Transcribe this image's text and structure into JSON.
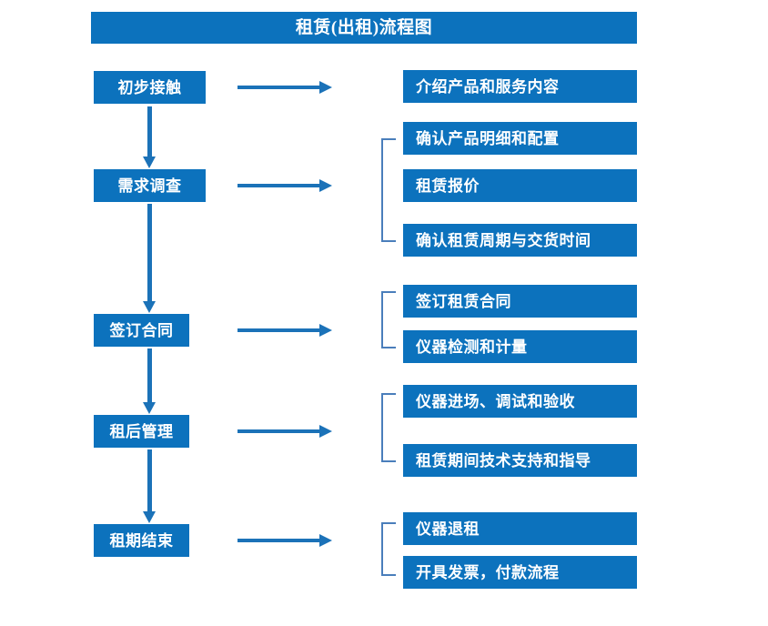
{
  "title": {
    "text": "租赁(出租)流程图"
  },
  "colors": {
    "box_blue": "#0C72BD",
    "arrow_blue": "#1B72B8",
    "bracket_blue": "#4A7EBB",
    "box_text": "#FFFFFF",
    "background": "#FFFFFF"
  },
  "stages": [
    {
      "label": "初步接触"
    },
    {
      "label": "需求调查"
    },
    {
      "label": "签订合同"
    },
    {
      "label": "租后管理"
    },
    {
      "label": "租期结束"
    }
  ],
  "details": [
    {
      "label": "介绍产品和服务内容"
    },
    {
      "label": "确认产品明细和配置"
    },
    {
      "label": "租赁报价"
    },
    {
      "label": "确认租赁周期与交货时间"
    },
    {
      "label": "签订租赁合同"
    },
    {
      "label": "仪器检测和计量"
    },
    {
      "label": "仪器进场、调试和验收"
    },
    {
      "label": "租赁期间技术支持和指导"
    },
    {
      "label": "仪器退租"
    },
    {
      "label": "开具发票，付款流程"
    }
  ],
  "groups": [
    {
      "stage": "初步接触",
      "details": [
        "介绍产品和服务内容"
      ],
      "bracketed": false
    },
    {
      "stage": "需求调查",
      "details": [
        "确认产品明细和配置",
        "租赁报价",
        "确认租赁周期与交货时间"
      ],
      "bracketed": true
    },
    {
      "stage": "签订合同",
      "details": [
        "签订租赁合同",
        "仪器检测和计量"
      ],
      "bracketed": true
    },
    {
      "stage": "租后管理",
      "details": [
        "仪器进场、调试和验收",
        "租赁期间技术支持和指导"
      ],
      "bracketed": true
    },
    {
      "stage": "租期结束",
      "details": [
        "仪器退租",
        "开具发票，付款流程"
      ],
      "bracketed": true
    }
  ],
  "flow_order": [
    "初步接触",
    "需求调查",
    "签订合同",
    "租后管理",
    "租期结束"
  ]
}
